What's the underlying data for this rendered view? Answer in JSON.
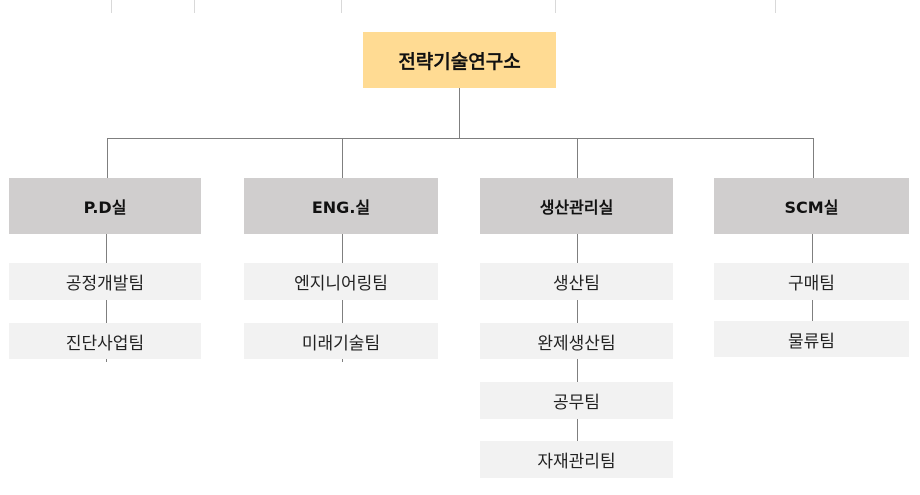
{
  "chart_data": {
    "type": "org-chart",
    "root": "전략기술연구소",
    "departments": [
      {
        "name": "P.D실",
        "teams": [
          "공정개발팀",
          "진단사업팀"
        ]
      },
      {
        "name": "ENG.실",
        "teams": [
          "엔지니어링팀",
          "미래기술팀"
        ]
      },
      {
        "name": "생산관리실",
        "teams": [
          "생산팀",
          "완제생산팀",
          "공무팀",
          "자재관리팀"
        ]
      },
      {
        "name": "SCM실",
        "teams": [
          "구매팀",
          "물류팀"
        ]
      }
    ]
  },
  "root": {
    "label": "전략기술연구소",
    "color": "#FFDB93"
  },
  "departments": [
    {
      "label": "P.D실",
      "teams": [
        {
          "label": "공정개발팀"
        },
        {
          "label": "진단사업팀"
        }
      ]
    },
    {
      "label": "ENG.실",
      "teams": [
        {
          "label": "엔지니어링팀"
        },
        {
          "label": "미래기술팀"
        }
      ]
    },
    {
      "label": "생산관리실",
      "teams": [
        {
          "label": "생산팀"
        },
        {
          "label": "완제생산팀"
        },
        {
          "label": "공무팀"
        },
        {
          "label": "자재관리팀"
        }
      ]
    },
    {
      "label": "SCM실",
      "teams": [
        {
          "label": "구매팀"
        },
        {
          "label": "물류팀"
        }
      ]
    }
  ],
  "colors": {
    "department": "#D0CECE",
    "team": "#F2F2F2",
    "connector": "#7F7F7F"
  }
}
